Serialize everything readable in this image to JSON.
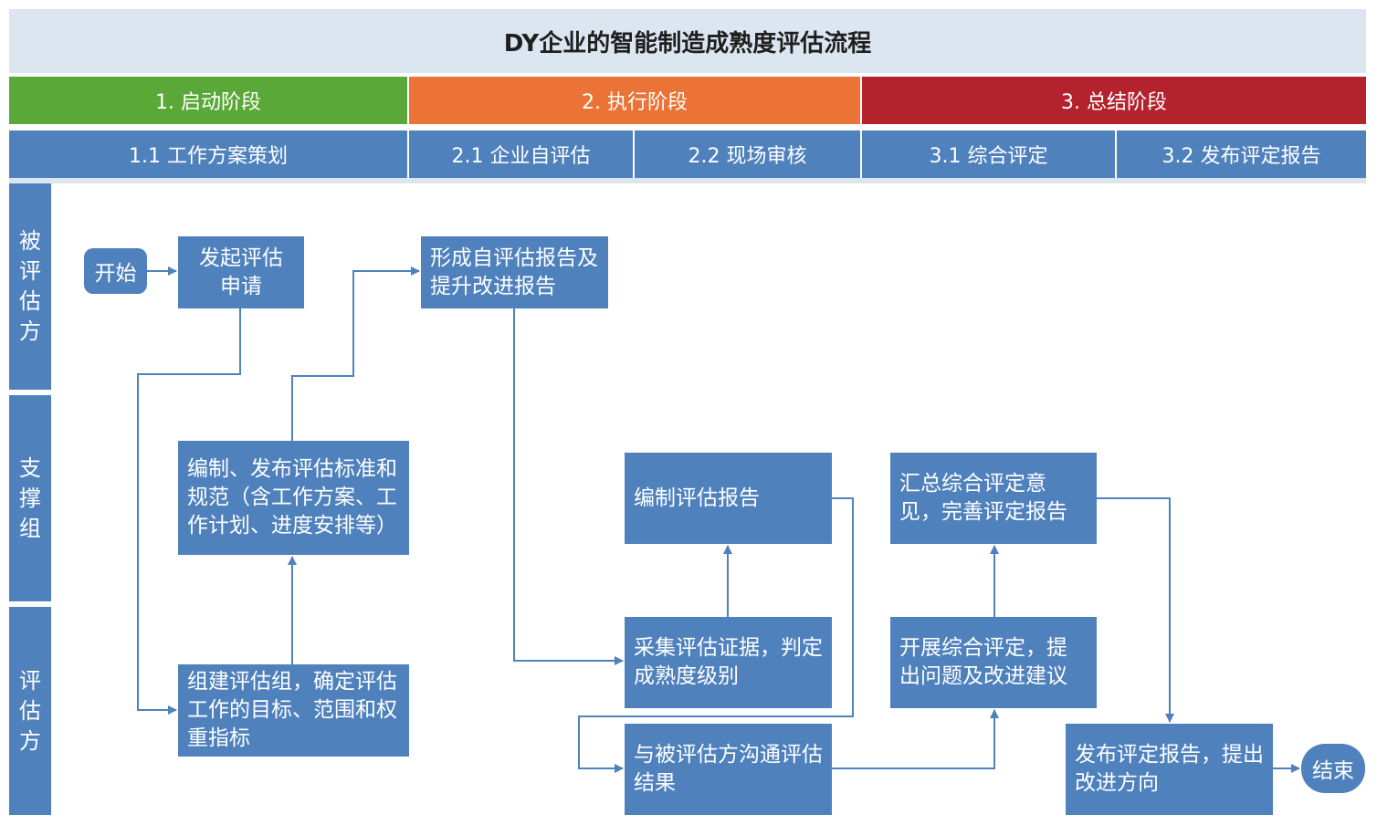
{
  "title": "DY企业的智能制造成熟度评估流程",
  "phases": [
    "1. 启动阶段",
    "2. 执行阶段",
    "3. 总结阶段"
  ],
  "phase_colors": [
    "#5aa838",
    "#ea7335",
    "#b4222e"
  ],
  "subphases": [
    "1.1  工作方案策划",
    "2.1  企业自评估",
    "2.2  现场审核",
    "3.1  综合评定",
    "3.2  发布评定报告"
  ],
  "lanes": [
    "被评估方",
    "支撑组",
    "评估方"
  ],
  "nodes": {
    "start": "开始",
    "apply": "发起评估申请",
    "self_report": "形成自评估报告及提升改进报告",
    "standards": "编制、发布评估标准和规范（含工作方案、工作计划、进度安排等）",
    "team": "组建评估组，确定评估工作的目标、范围和权重指标",
    "write_report": "编制评估报告",
    "evidence": "采集评估证据，判定成熟度级别",
    "communicate": "与被评估方沟通评估结果",
    "summary": "汇总综合评定意见，完善评定报告",
    "comprehensive": "开展综合评定，提出问题及改进建议",
    "publish": "发布评定报告，提出改进方向",
    "end": "结束"
  },
  "colors": {
    "box": "#4f81bd",
    "band": "#dce6f1"
  }
}
